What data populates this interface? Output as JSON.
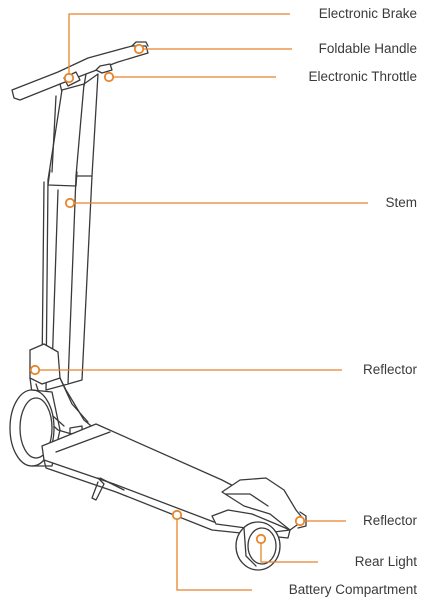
{
  "colors": {
    "leader": "#e8852a",
    "outline": "#3a3a3a",
    "label_text": "#3a3a3a"
  },
  "labels": {
    "electronic_brake": "Electronic Brake",
    "foldable_handle": "Foldable Handle",
    "electronic_throttle": "Electronic Throttle",
    "stem": "Stem",
    "reflector_front": "Reflector",
    "reflector_rear": "Reflector",
    "rear_light": "Rear Light",
    "battery_compartment": "Battery Compartment"
  }
}
